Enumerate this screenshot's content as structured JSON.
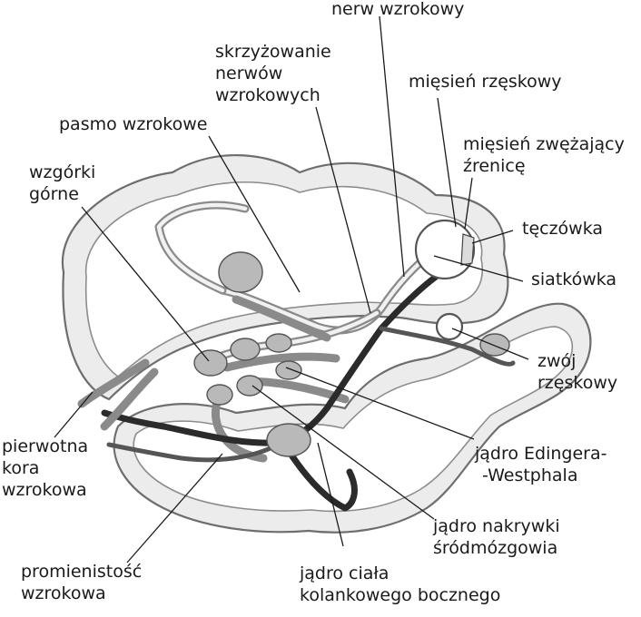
{
  "labels": {
    "optic_nerve": "nerw wzrokowy",
    "optic_chiasm": [
      "skrzyżowanie",
      "nerwów",
      "wzrokowych"
    ],
    "ciliary_muscle": "mięsień rzęskowy",
    "optic_tract": "pasmo wzrokowe",
    "sphincter_pupillae": [
      "mięsień zwężający",
      "źrenicę"
    ],
    "superior_colliculi": [
      "wzgórki",
      "górne"
    ],
    "iris": "tęczówka",
    "retina": "siatkówka",
    "ciliary_ganglion": [
      "zwój",
      "rzęskowy"
    ],
    "primary_visual_cortex": [
      "pierwotna",
      "kora",
      "wzrokowa"
    ],
    "edinger_westphal": [
      "jądro Edingera-",
      "-Westphala"
    ],
    "pretectal_nucleus": [
      "jądro nakrywki",
      "śródmózgowia"
    ],
    "optic_radiation": [
      "promienistość",
      "wzrokowa"
    ],
    "lateral_geniculate": [
      "jądro ciała",
      "kolankowego bocznego"
    ]
  }
}
